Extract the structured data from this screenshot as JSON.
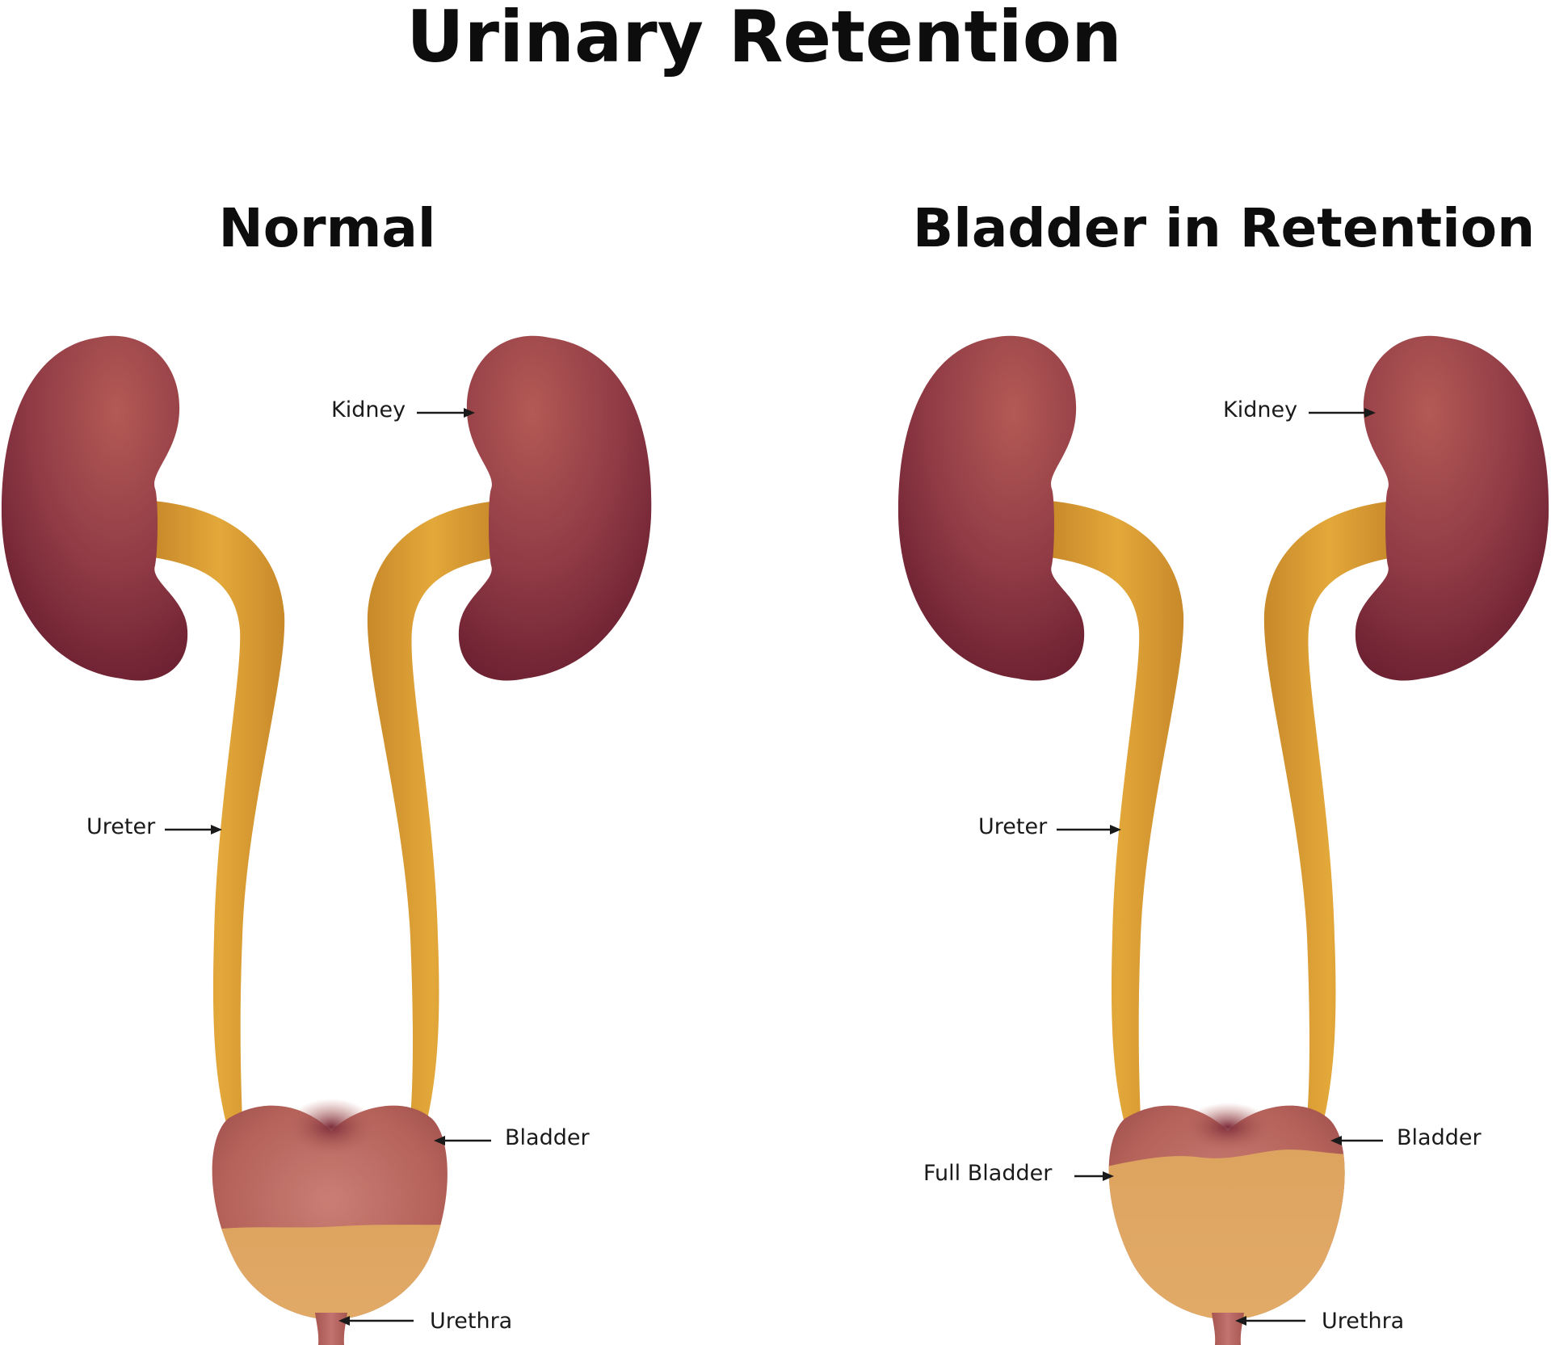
{
  "title": "Urinary Retention",
  "panels": {
    "normal": {
      "heading": "Normal",
      "labels": {
        "kidney": "Kidney",
        "ureter": "Ureter",
        "bladder": "Bladder",
        "urethra": "Urethra"
      },
      "urine_fill_fraction": 0.3
    },
    "retention": {
      "heading": "Bladder in Retention",
      "labels": {
        "kidney": "Kidney",
        "ureter": "Ureter",
        "bladder": "Bladder",
        "full_bladder": "Full Bladder",
        "urethra": "Urethra"
      },
      "urine_fill_fraction": 0.65
    }
  },
  "colors": {
    "kidney_light": "#b35a55",
    "kidney_dark": "#6b1d31",
    "ureter": "#d9a030",
    "ureter_dark": "#c8892a",
    "bladder": "#b9625a",
    "urine": "#dda460",
    "text": "#1a1a1a"
  }
}
